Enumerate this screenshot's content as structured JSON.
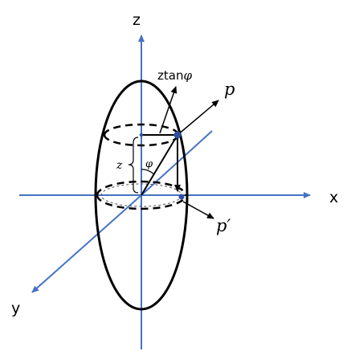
{
  "axes": {
    "z_label": "z",
    "x_label": "x",
    "y_label": "y"
  },
  "labels": {
    "ztan_text": "ztan",
    "ztan_phi": "φ",
    "p": "p",
    "p_prime": "p′",
    "z": "z",
    "phi": "φ"
  },
  "colors": {
    "axis": "#4472C4",
    "ellipse": "#000000",
    "point": "#2F4FA0"
  }
}
